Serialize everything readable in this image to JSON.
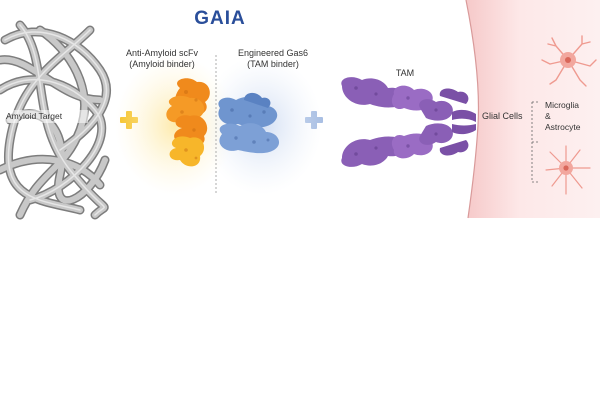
{
  "title": "GAIA",
  "labels": {
    "amyloid_target": "Amyloid Target",
    "scfv_line1": "Anti-Amyloid scFv",
    "scfv_line2": "(Amyloid binder)",
    "gas6_line1": "Engineered Gas6",
    "gas6_line2": "(TAM binder)",
    "tam": "TAM",
    "glial_cells": "Glial Cells",
    "microglia": "Microglia",
    "ampersand": "&",
    "astrocyte": "Astrocyte"
  },
  "colors": {
    "title": "#2a4e9a",
    "amyloid": "#9a9a9a",
    "scfv_orange": "#f08a1c",
    "scfv_yellow": "#f7b62a",
    "gas6_blue": "#6f95cf",
    "tam_purple": "#8a5fb6",
    "membrane": "#fbe3e3",
    "cell_pink": "#ef9a90",
    "plus_yellow": "#f5c227",
    "plus_blue": "#9fb7df"
  },
  "icons": [
    "plus-icon",
    "microglia-cell-icon",
    "astrocyte-cell-icon"
  ]
}
